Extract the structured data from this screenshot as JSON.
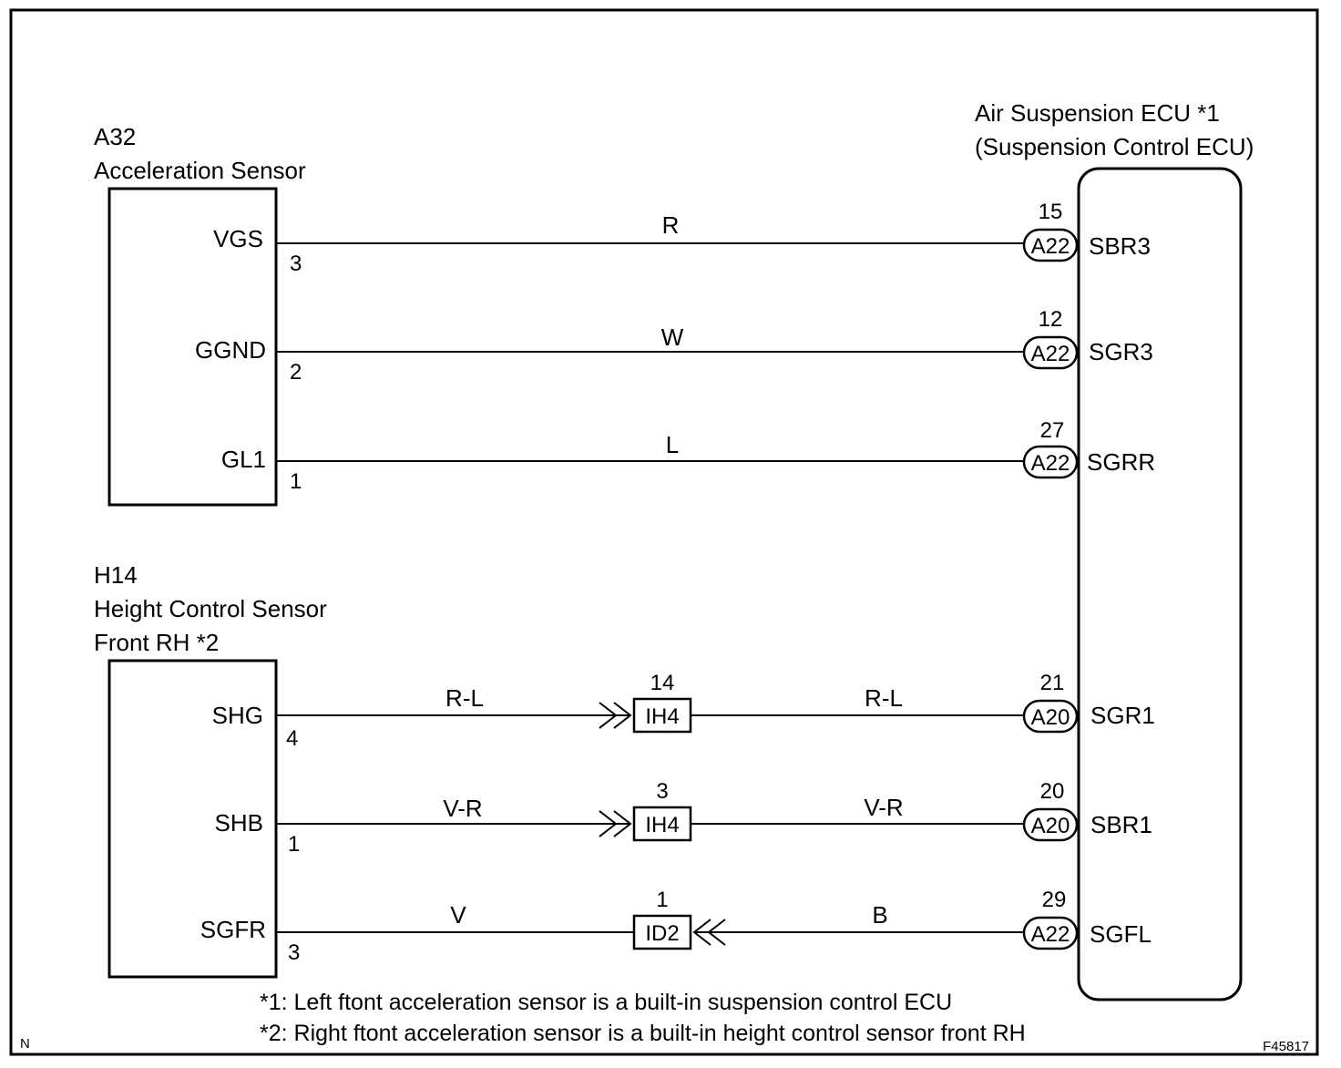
{
  "frame": {
    "corner_left": "N",
    "figure_id": "F45817"
  },
  "components": {
    "accel_sensor": {
      "code": "A32",
      "name": "Acceleration Sensor"
    },
    "height_sensor": {
      "code": "H14",
      "name_line1": "Height Control Sensor",
      "name_line2": "Front RH *2"
    },
    "ecu": {
      "name_line1": "Air Suspension ECU *1",
      "name_line2": "(Suspension Control ECU)"
    }
  },
  "circuits": [
    {
      "sensor_terminal": "VGS",
      "sensor_pin": "3",
      "wire": "R",
      "ecu_connector": "A22",
      "ecu_pin": "15",
      "ecu_terminal": "SBR3"
    },
    {
      "sensor_terminal": "GGND",
      "sensor_pin": "2",
      "wire": "W",
      "ecu_connector": "A22",
      "ecu_pin": "12",
      "ecu_terminal": "SGR3"
    },
    {
      "sensor_terminal": "GL1",
      "sensor_pin": "1",
      "wire": "L",
      "ecu_connector": "A22",
      "ecu_pin": "27",
      "ecu_terminal": "SGRR"
    },
    {
      "sensor_terminal": "SHG",
      "sensor_pin": "4",
      "wire": "R-L",
      "junction": "IH4",
      "junction_pin": "14",
      "wire2": "R-L",
      "ecu_connector": "A20",
      "ecu_pin": "21",
      "ecu_terminal": "SGR1"
    },
    {
      "sensor_terminal": "SHB",
      "sensor_pin": "1",
      "wire": "V-R",
      "junction": "IH4",
      "junction_pin": "3",
      "wire2": "V-R",
      "ecu_connector": "A20",
      "ecu_pin": "20",
      "ecu_terminal": "SBR1"
    },
    {
      "sensor_terminal": "SGFR",
      "sensor_pin": "3",
      "wire": "V",
      "junction": "ID2",
      "junction_pin": "1",
      "wire2": "B",
      "ecu_connector": "A22",
      "ecu_pin": "29",
      "ecu_terminal": "SGFL"
    }
  ],
  "notes": [
    "*1: Left ftont acceleration sensor is a built-in suspension control ECU",
    "*2: Right ftont acceleration sensor is a built-in height control sensor front RH"
  ]
}
